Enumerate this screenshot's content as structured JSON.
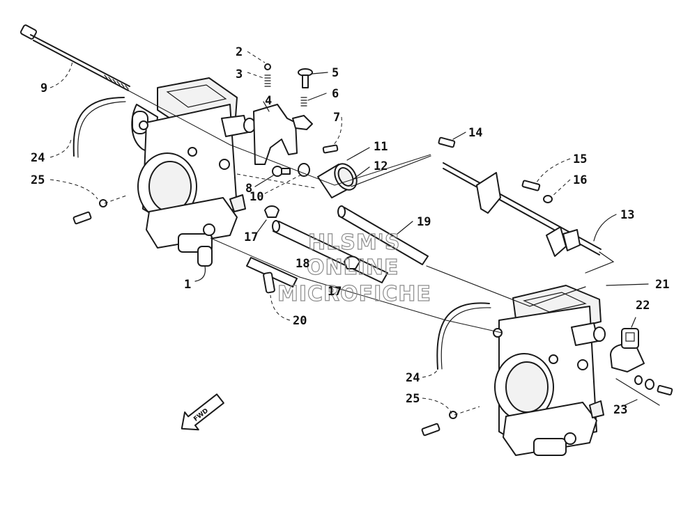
{
  "diagram": {
    "callouts": [
      {
        "id": "c1",
        "label": "1"
      },
      {
        "id": "c2",
        "label": "2"
      },
      {
        "id": "c3",
        "label": "3"
      },
      {
        "id": "c4",
        "label": "4"
      },
      {
        "id": "c5",
        "label": "5"
      },
      {
        "id": "c6",
        "label": "6"
      },
      {
        "id": "c7",
        "label": "7"
      },
      {
        "id": "c8",
        "label": "8"
      },
      {
        "id": "c9",
        "label": "9"
      },
      {
        "id": "c10",
        "label": "10"
      },
      {
        "id": "c11",
        "label": "11"
      },
      {
        "id": "c12",
        "label": "12"
      },
      {
        "id": "c13",
        "label": "13"
      },
      {
        "id": "c14",
        "label": "14"
      },
      {
        "id": "c15",
        "label": "15"
      },
      {
        "id": "c16",
        "label": "16"
      },
      {
        "id": "c17a",
        "label": "17"
      },
      {
        "id": "c17b",
        "label": "17"
      },
      {
        "id": "c18",
        "label": "18"
      },
      {
        "id": "c19",
        "label": "19"
      },
      {
        "id": "c20",
        "label": "20"
      },
      {
        "id": "c21",
        "label": "21"
      },
      {
        "id": "c22",
        "label": "22"
      },
      {
        "id": "c23",
        "label": "23"
      },
      {
        "id": "c24a",
        "label": "24"
      },
      {
        "id": "c24b",
        "label": "24"
      },
      {
        "id": "c25a",
        "label": "25"
      },
      {
        "id": "c25b",
        "label": "25"
      }
    ],
    "watermark": [
      "HLSM'S",
      "ONLINE",
      "MICROFICHE"
    ],
    "front_arrow_label": "FWD"
  }
}
